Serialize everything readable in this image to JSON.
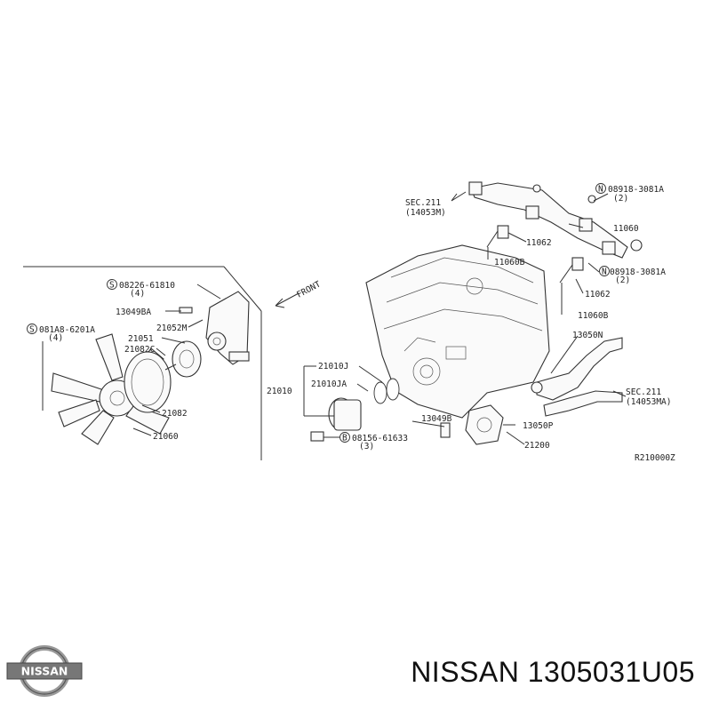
{
  "diagram": {
    "labels": {
      "sec211_top": "SEC.211",
      "sec211_top_ref": "(14053M)",
      "p08918_top": "08918-3081A",
      "p08918_top_qty": "(2)",
      "p11060": "11060",
      "p11062_top": "11062",
      "p11060b_top": "11060B",
      "p08918_mid": "08918-3081A",
      "p08918_mid_qty": "(2)",
      "p11062_mid": "11062",
      "p11060b_mid": "11060B",
      "p08226": "08226-61810",
      "p08226_qty": "(4)",
      "p13049ba": "13049BA",
      "p21052m": "21052M",
      "p081a8": "081A8-6201A",
      "p081a8_qty": "(4)",
      "p21051": "21051",
      "p21082c": "21082C",
      "p21082": "21082",
      "p21060": "21060",
      "front": "FRONT",
      "p13050n": "13050N",
      "p21010j": "21010J",
      "p21010": "21010",
      "p21010ja": "21010JA",
      "sec211_mid": "SEC.211",
      "sec211_mid_ref": "(14053MA)",
      "p13049b": "13049B",
      "p13050p": "13050P",
      "p08156": "08156-61633",
      "p08156_qty": "(3)",
      "p21200": "21200",
      "drawing_code": "R210000Z",
      "sym_s": "S",
      "sym_n": "N",
      "sym_b": "B"
    }
  },
  "footer": {
    "brand": "NISSAN",
    "title": "NISSAN 1305031U05"
  }
}
